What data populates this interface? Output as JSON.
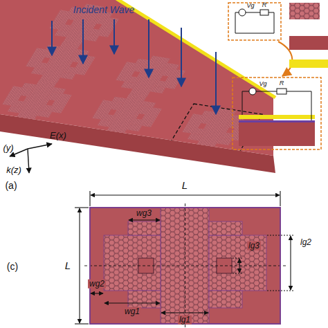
{
  "diagram": {
    "labels": [
      "Incident Wave",
      "(y)",
      "k(z)",
      "E(x)",
      "Vg",
      "R",
      "Vg",
      "R",
      "(a)",
      "L",
      "L",
      "wg3",
      "wg2",
      "wg1",
      "lg3",
      "lg2",
      "lg1",
      "(c)"
    ]
  }
}
